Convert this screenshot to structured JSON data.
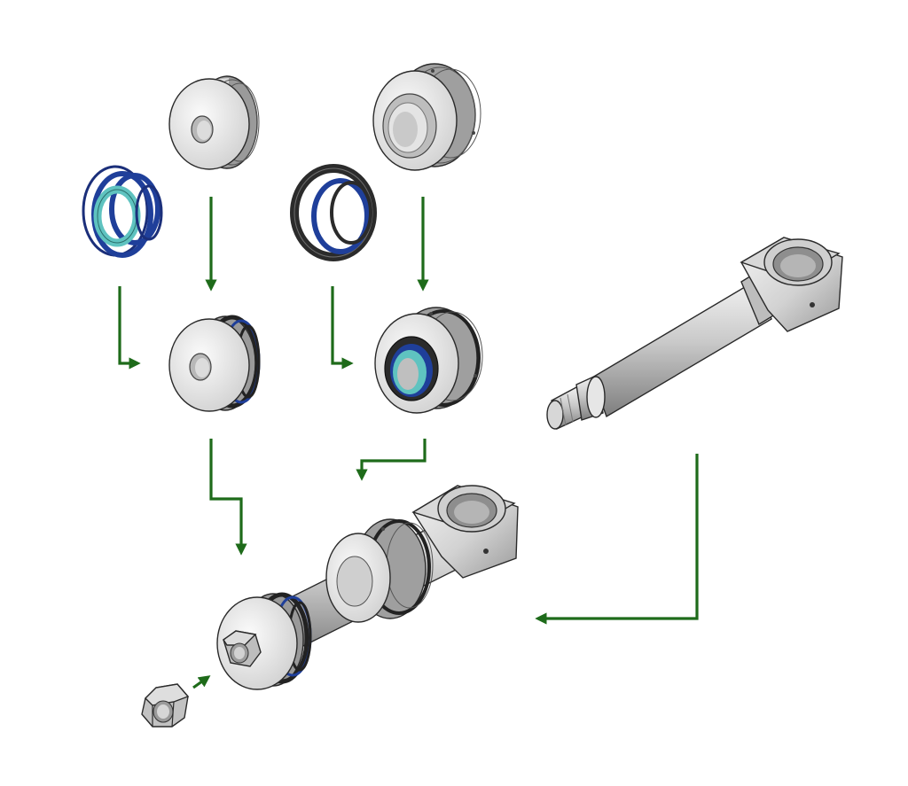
{
  "diagram": {
    "kind": "exploded-assembly",
    "colors": {
      "arrow": "#1e6b1a",
      "metal_light": "#e6e6e6",
      "metal_mid": "#c4c4c4",
      "metal_dark": "#8c8c8c",
      "seal_blue": "#1f3f9a",
      "seal_cyan": "#5fc3c0",
      "seal_black": "#2b2b2b",
      "background": "#ffffff"
    },
    "parts": [
      {
        "id": "piston-blank",
        "icon": "piston-blank-icon"
      },
      {
        "id": "head-gland-blank",
        "icon": "gland-blank-icon"
      },
      {
        "id": "piston-seal-kit",
        "icon": "piston-seal-kit-icon"
      },
      {
        "id": "rod-seal-kit",
        "icon": "rod-seal-kit-icon"
      },
      {
        "id": "piston-assembled",
        "icon": "piston-assembled-icon"
      },
      {
        "id": "gland-assembled",
        "icon": "gland-assembled-icon"
      },
      {
        "id": "piston-rod",
        "icon": "piston-rod-icon"
      },
      {
        "id": "rod-assembly",
        "icon": "rod-assembly-icon"
      },
      {
        "id": "hex-nut",
        "icon": "hex-nut-icon"
      }
    ]
  }
}
